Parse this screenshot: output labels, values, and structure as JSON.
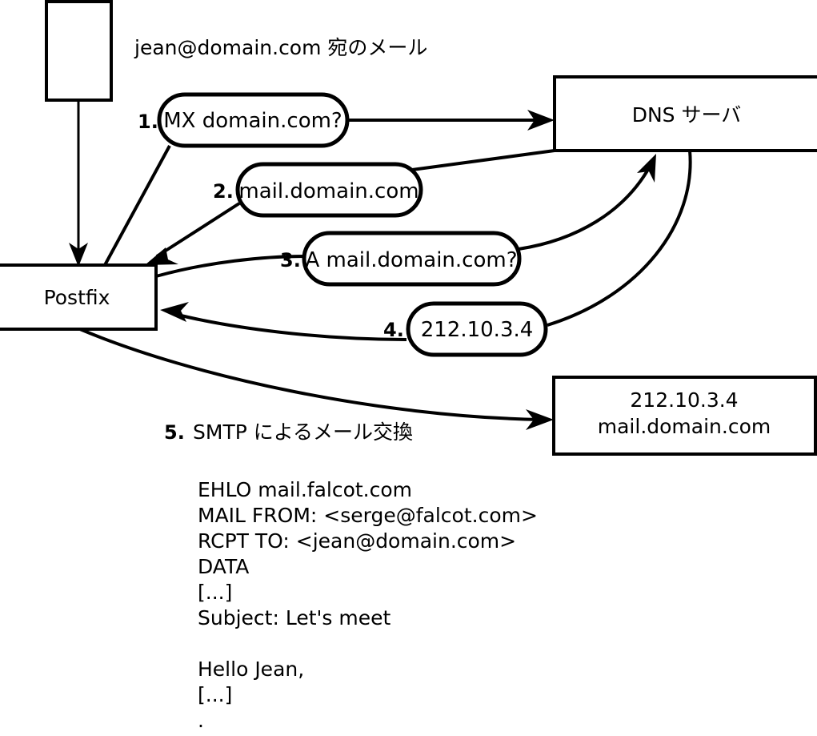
{
  "diagram": {
    "title_note": "jean@domain.com 宛のメール",
    "nodes": {
      "sender_box": {
        "label": ""
      },
      "postfix_box": {
        "label": "Postfix"
      },
      "dns_box": {
        "label": "DNS サーバ"
      },
      "mailserver_box": {
        "line1": "212.10.3.4",
        "line2": "mail.domain.com"
      }
    },
    "steps": [
      {
        "number": "1.",
        "label": "MX domain.com?"
      },
      {
        "number": "2.",
        "label": "mail.domain.com"
      },
      {
        "number": "3.",
        "label": "A mail.domain.com?"
      },
      {
        "number": "4.",
        "label": "212.10.3.4"
      }
    ],
    "step5": {
      "number": "5.",
      "caption": "SMTP によるメール交換"
    },
    "smtp_transcript": [
      "EHLO mail.falcot.com",
      "MAIL FROM: <serge@falcot.com>",
      "RCPT TO: <jean@domain.com>",
      "DATA",
      "[...]",
      "Subject: Let's meet",
      "",
      "Hello Jean,",
      "[...]",
      "."
    ],
    "colors": {
      "stroke": "#000000",
      "fill": "#ffffff",
      "text": "#000000"
    }
  }
}
